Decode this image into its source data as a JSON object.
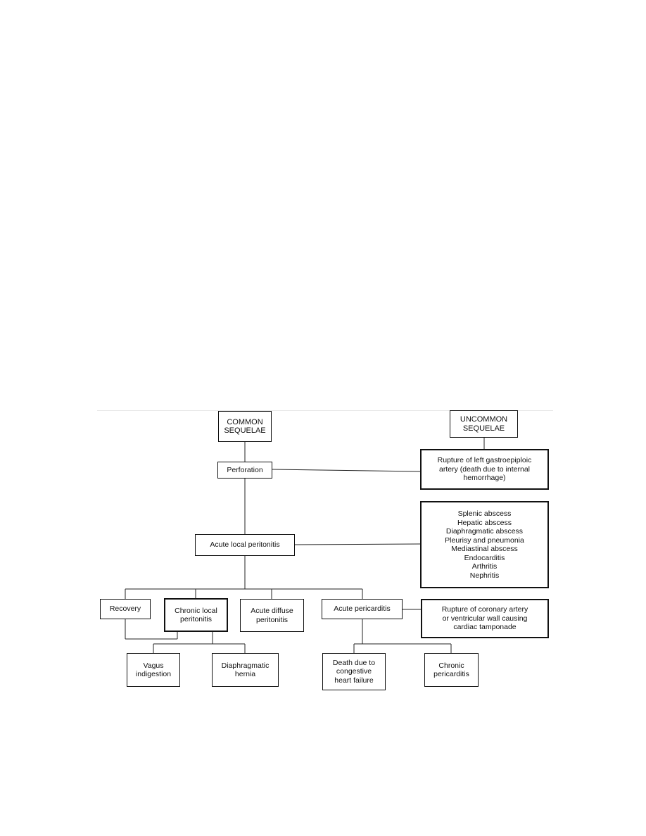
{
  "nodes": {
    "common": [
      "COMMON",
      "SEQUELAE"
    ],
    "uncommon": [
      "UNCOMMON",
      "SEQUELAE"
    ],
    "perforation": [
      "Perforation"
    ],
    "rupture_gastro": [
      "Rupture of left gastroepiploic",
      "artery (death due to internal",
      "hemorrhage)"
    ],
    "acute_local": [
      "Acute local peritonitis"
    ],
    "abscess_list": [
      "Splenic abscess",
      "Hepatic abscess",
      "Diaphragmatic abscess",
      "Pleurisy and pneumonia",
      "Mediastinal abscess",
      "Endocarditis",
      "Arthritis",
      "Nephritis"
    ],
    "recovery": [
      "Recovery"
    ],
    "chronic_local": [
      "Chronic local",
      "peritonitis"
    ],
    "acute_diffuse": [
      "Acute diffuse",
      "peritonitis"
    ],
    "acute_pericarditis": [
      "Acute pericarditis"
    ],
    "rupture_coronary": [
      "Rupture of coronary artery",
      "or ventricular wall causing",
      "cardiac tamponade"
    ],
    "vagus": [
      "Vagus",
      "indigestion"
    ],
    "diaphragmatic_hernia": [
      "Diaphragmatic",
      "hernia"
    ],
    "death_chf": [
      "Death due to",
      "congestive",
      "heart failure"
    ],
    "chronic_pericarditis": [
      "Chronic",
      "pericarditis"
    ]
  }
}
